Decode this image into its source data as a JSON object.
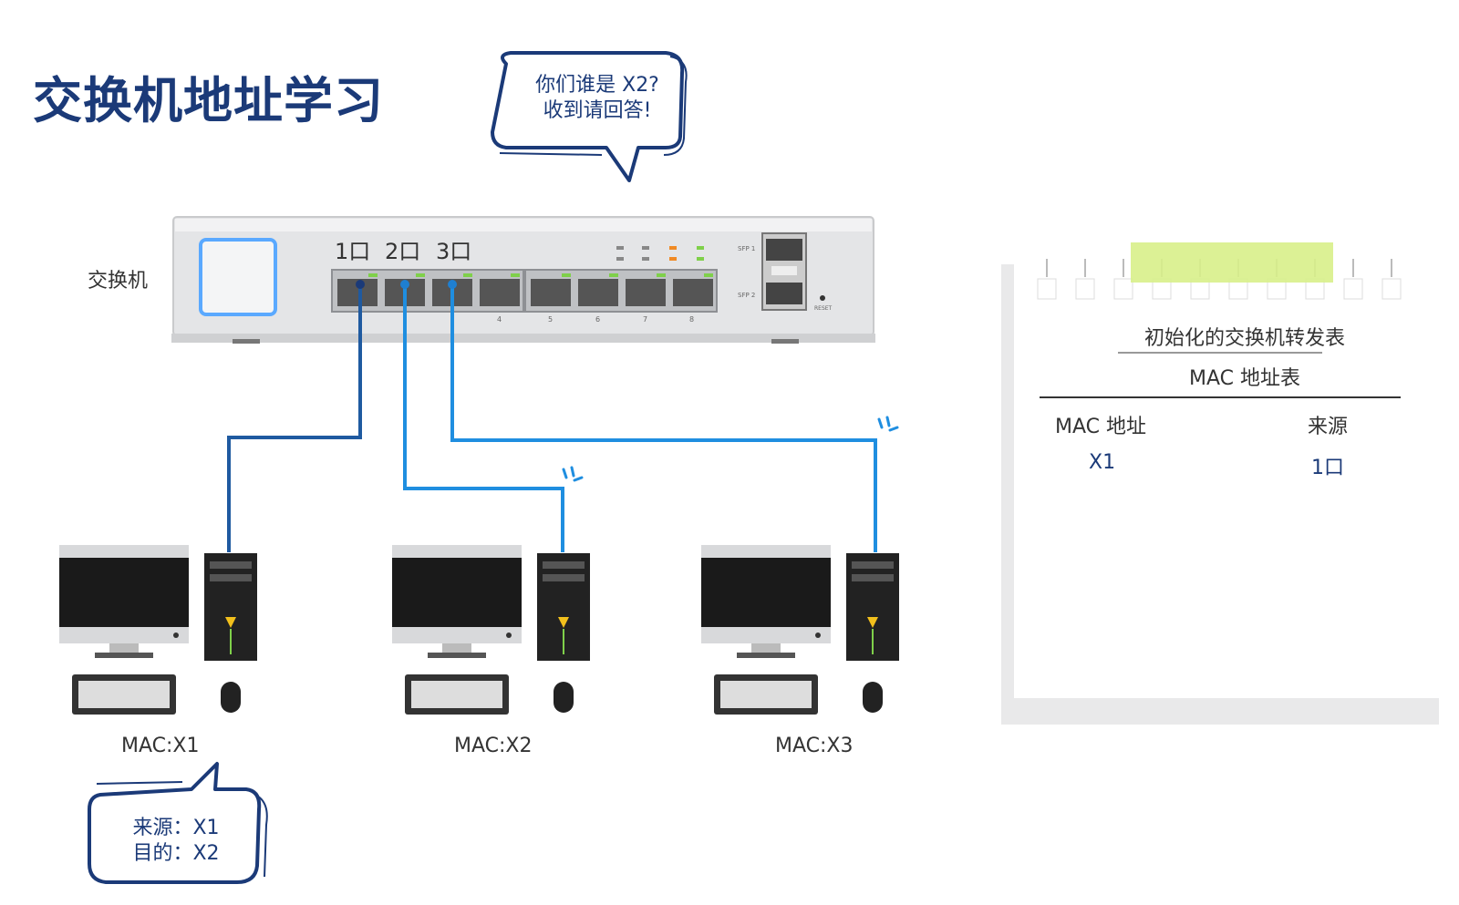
{
  "title": "交换机地址学习",
  "bubble_top": {
    "line1": "你们谁是 X2?",
    "line2": "收到请回答!"
  },
  "bubble_bottom": {
    "line1": "来源：X1",
    "line2": "目的：X2"
  },
  "switch": {
    "label": "交换机",
    "ports": [
      "1口",
      "2口",
      "3口"
    ],
    "panel_numbers": [
      "4",
      "5",
      "6",
      "7",
      "8"
    ],
    "sfp": [
      "SFP 1",
      "SFP 2"
    ],
    "reset": "RESET"
  },
  "computers": [
    {
      "mac": "MAC:X1"
    },
    {
      "mac": "MAC:X2"
    },
    {
      "mac": "MAC:X3"
    }
  ],
  "table": {
    "title": "初始化的交换机转发表",
    "subtitle": "MAC 地址表",
    "headers": [
      "MAC 地址",
      "来源"
    ],
    "rows": [
      [
        "X1",
        "1口"
      ]
    ]
  },
  "colors": {
    "title": "#1b3a78",
    "line_dark": "#1f5aa0",
    "line_light": "#1f8ee0",
    "tape": "#d8f08a"
  }
}
